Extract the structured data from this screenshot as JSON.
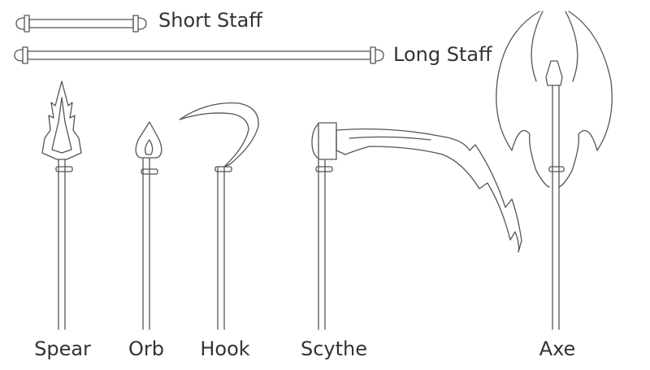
{
  "labels": {
    "short_staff": "Short Staff",
    "long_staff": "Long Staff",
    "spear": "Spear",
    "orb": "Orb",
    "hook": "Hook",
    "scythe": "Scythe",
    "axe": "Axe"
  },
  "colors": {
    "line": "#555555",
    "text": "#333333",
    "background": "#ffffff"
  }
}
